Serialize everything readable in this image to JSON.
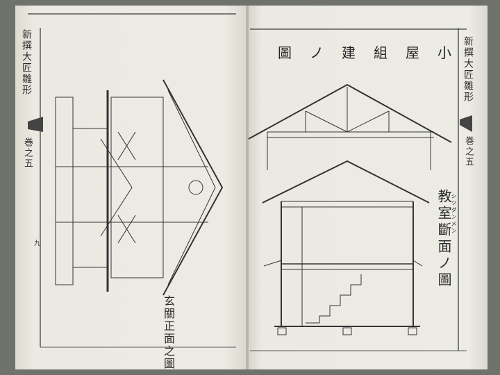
{
  "left_page": {
    "margin_title": "新撰大匠雛形",
    "volume": "巻之五",
    "page_number": "九",
    "caption": "玄關正面之圖"
  },
  "right_page": {
    "margin_title": "新撰大匠雛形",
    "volume": "巻之五",
    "top_title": "小屋組建ノ圖",
    "caption": "教室斷面ノ圖",
    "caption_reading": "シツダンメン"
  }
}
